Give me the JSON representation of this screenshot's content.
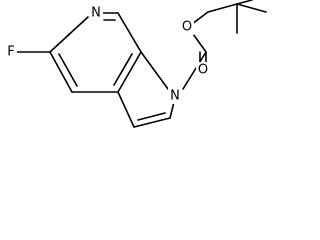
{
  "molecule": {
    "atoms": {
      "fluorine": "F",
      "pyridine_nitrogen": "N",
      "pyrrole_nitrogen": "N",
      "ester_oxygen": "O",
      "carbonyl_oxygen": "O"
    }
  }
}
